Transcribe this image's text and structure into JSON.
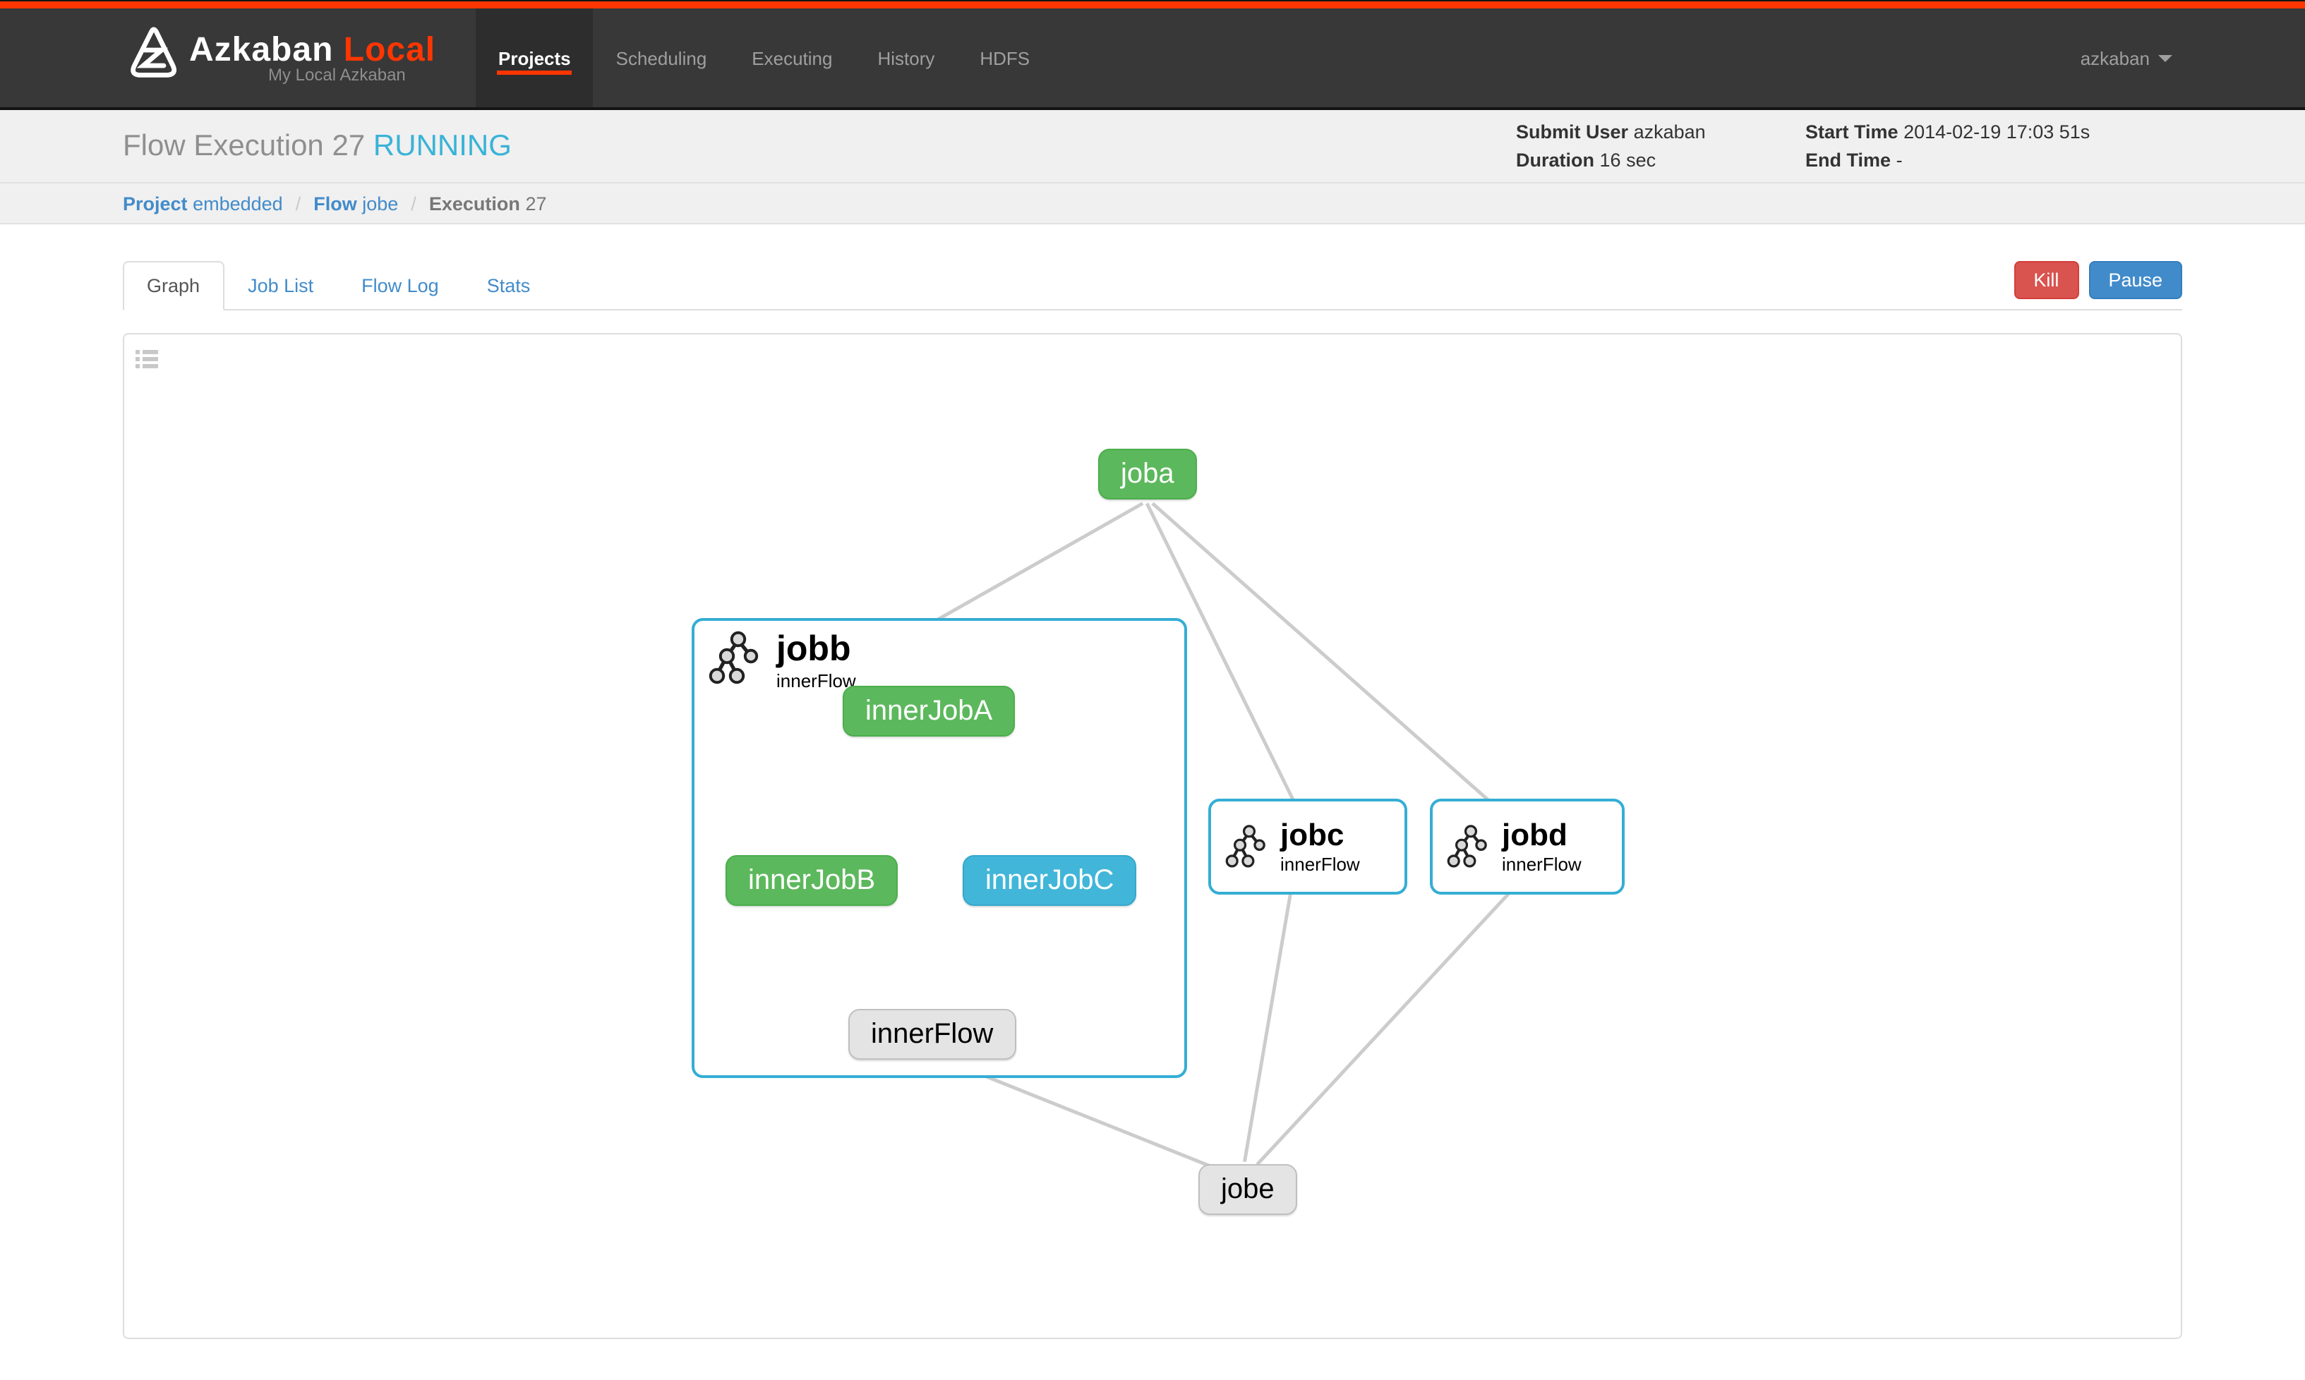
{
  "navbar": {
    "brand": "Azkaban",
    "brand_accent": "Local",
    "subtitle": "My Local Azkaban",
    "items": [
      {
        "label": "Projects",
        "active": true
      },
      {
        "label": "Scheduling",
        "active": false
      },
      {
        "label": "Executing",
        "active": false
      },
      {
        "label": "History",
        "active": false
      },
      {
        "label": "HDFS",
        "active": false
      }
    ],
    "user": "azkaban"
  },
  "header": {
    "title": "Flow Execution",
    "execution_id": "27",
    "status": "RUNNING",
    "status_color": "#39b3d7",
    "info": [
      {
        "label": "Submit User",
        "value": "azkaban"
      },
      {
        "label": "Duration",
        "value": "16 sec"
      },
      {
        "label": "Start Time",
        "value": "2014-02-19 17:03 51s"
      },
      {
        "label": "End Time",
        "value": "-"
      }
    ]
  },
  "breadcrumb": [
    {
      "label": "Project",
      "value": "embedded",
      "link": true
    },
    {
      "label": "Flow",
      "value": "jobe",
      "link": true
    },
    {
      "label": "Execution",
      "value": "27",
      "link": false
    }
  ],
  "tabs": [
    {
      "label": "Graph",
      "active": true
    },
    {
      "label": "Job List",
      "active": false
    },
    {
      "label": "Flow Log",
      "active": false
    },
    {
      "label": "Stats",
      "active": false
    }
  ],
  "actions": {
    "kill": "Kill",
    "pause": "Pause"
  },
  "graph": {
    "nodes": [
      {
        "id": "joba",
        "label": "joba",
        "status": "success"
      },
      {
        "id": "innerJobA",
        "label": "innerJobA",
        "status": "success"
      },
      {
        "id": "innerJobB",
        "label": "innerJobB",
        "status": "success"
      },
      {
        "id": "innerJobC",
        "label": "innerJobC",
        "status": "running"
      },
      {
        "id": "innerFlow",
        "label": "innerFlow",
        "status": "ready"
      },
      {
        "id": "jobe",
        "label": "jobe",
        "status": "ready"
      }
    ],
    "subflows": [
      {
        "id": "jobb",
        "label": "jobb",
        "sublabel": "innerFlow",
        "expanded": true,
        "children": [
          "innerJobA",
          "innerJobB",
          "innerJobC",
          "innerFlow"
        ]
      },
      {
        "id": "jobc",
        "label": "jobc",
        "sublabel": "innerFlow",
        "expanded": false
      },
      {
        "id": "jobd",
        "label": "jobd",
        "sublabel": "innerFlow",
        "expanded": false
      }
    ],
    "edges": [
      [
        "joba",
        "jobb"
      ],
      [
        "joba",
        "jobc"
      ],
      [
        "joba",
        "jobd"
      ],
      [
        "innerJobA",
        "innerJobB"
      ],
      [
        "innerJobA",
        "innerJobC"
      ],
      [
        "innerJobB",
        "innerFlow"
      ],
      [
        "innerJobC",
        "innerFlow"
      ],
      [
        "jobb",
        "jobe"
      ],
      [
        "jobc",
        "jobe"
      ],
      [
        "jobd",
        "jobe"
      ]
    ],
    "status_colors": {
      "success": "#5cb85c",
      "running": "#41b6d9",
      "ready": "#e4e4e4"
    },
    "edge_color": "#cccccc"
  }
}
